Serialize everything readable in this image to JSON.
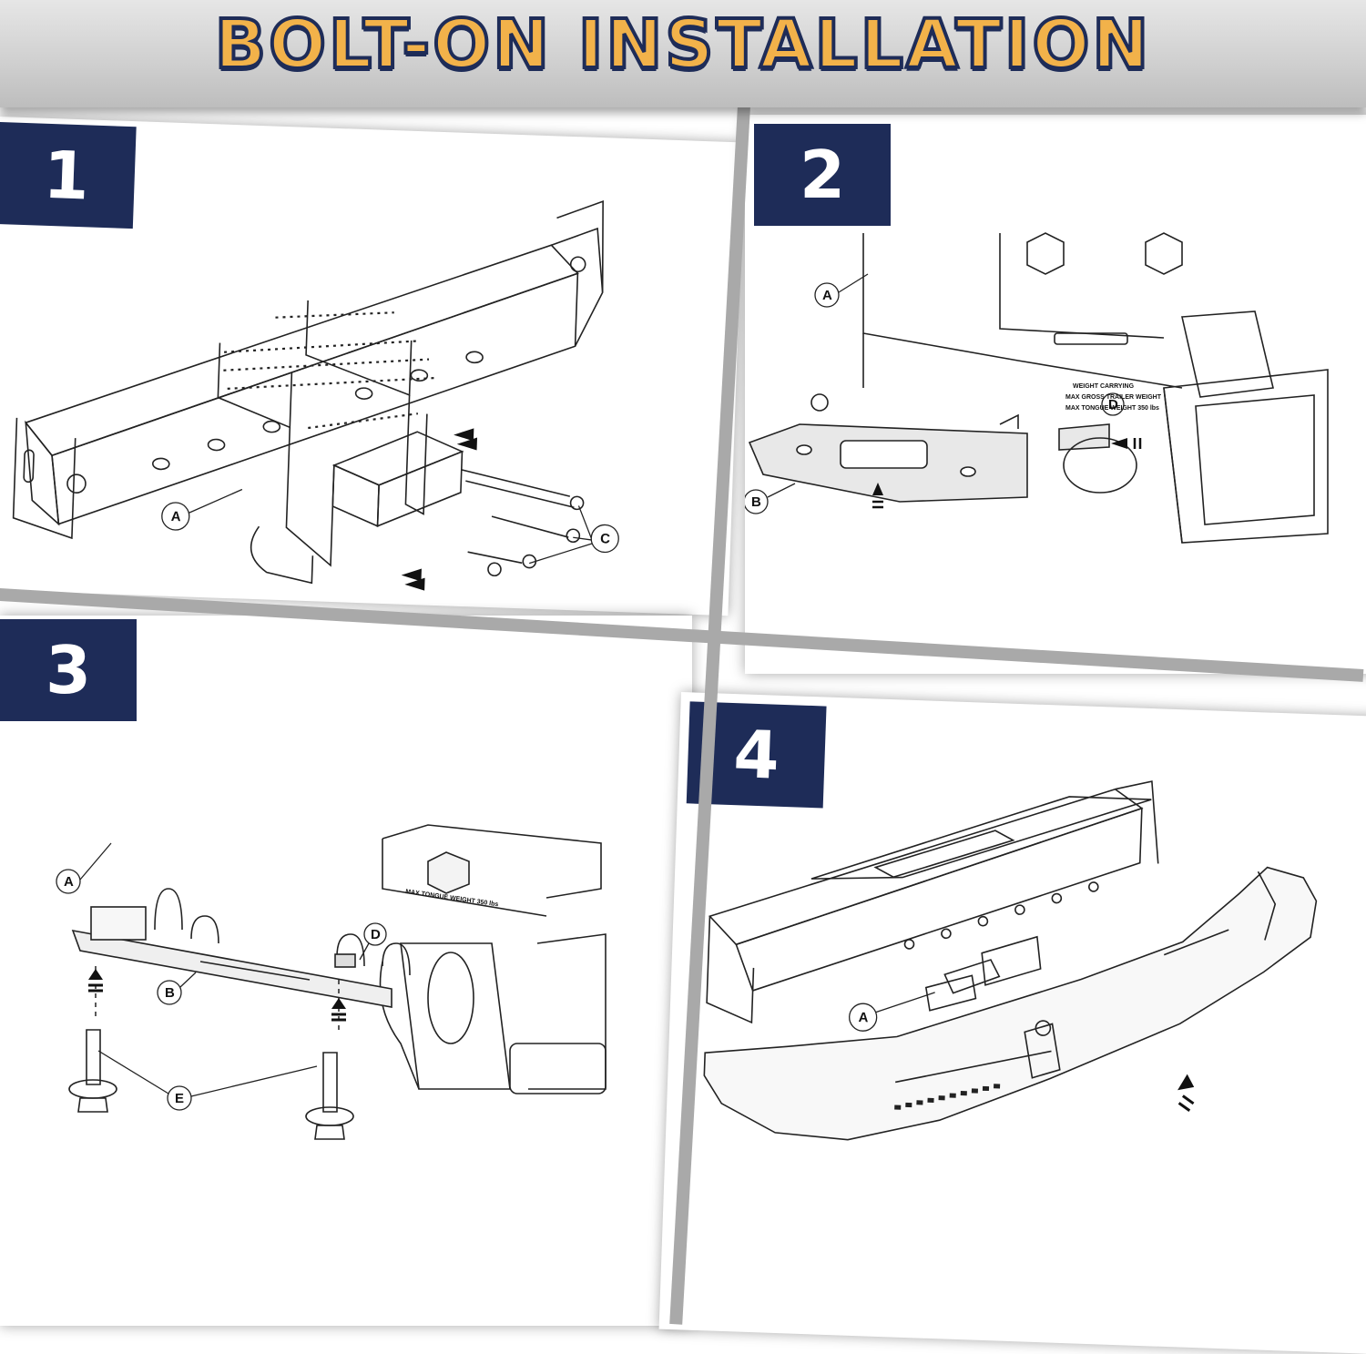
{
  "title": "BOLT-ON INSTALLATION",
  "colors": {
    "navy": "#1e2c58",
    "title_fill": "#f2b24a",
    "header_bg": "#cfcfcf",
    "divider": "#a9a9a9"
  },
  "steps": [
    {
      "number": "1",
      "callouts": [
        "A",
        "C"
      ]
    },
    {
      "number": "2",
      "callouts": [
        "A",
        "B",
        "D"
      ],
      "plate_text": [
        "WEIGHT CARRYING",
        "MAX GROSS TRAILER WEIGHT",
        "MAX TONGUE WEIGHT 350 lbs"
      ]
    },
    {
      "number": "3",
      "callouts": [
        "A",
        "B",
        "D",
        "E"
      ],
      "plate_text": "MAX TONGUE WEIGHT 350 lbs"
    },
    {
      "number": "4",
      "callouts": [
        "A"
      ]
    }
  ]
}
